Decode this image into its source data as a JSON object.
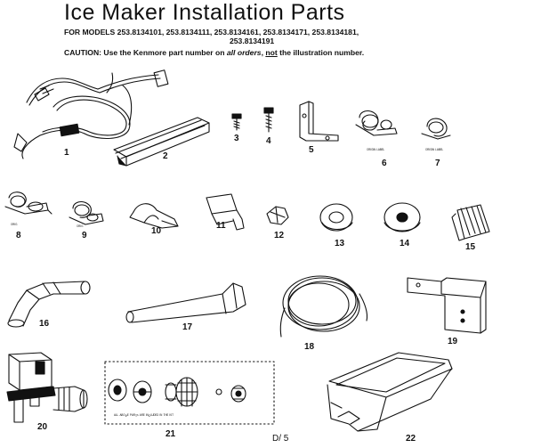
{
  "title": "Ice Maker Installation Parts",
  "models_line1": "FOR MODELS 253.8134101, 253.8134111, 253.8134161, 253.8134171, 253.8134181,",
  "models_line2": "253.8134191",
  "caution": {
    "prefix": "CAUTION:",
    "text1": " Use the Kenmore part number on ",
    "all_orders": "all orders",
    "text2": ", ",
    "not_word": "not",
    "text3": " the illustration number."
  },
  "part_labels": [
    "1",
    "2",
    "3",
    "4",
    "5",
    "6",
    "7",
    "8",
    "9",
    "10",
    "11",
    "12",
    "13",
    "14",
    "15",
    "16",
    "17",
    "18",
    "19",
    "20",
    "21",
    "22"
  ],
  "page_code": "D/ 5",
  "fine_print": {
    "part6": "ᴼᴿᴵᴳᴵᴺ ᴸᴬᴮᴱᴸ",
    "part7": "ᴼᴿᴵᴳᴵᴺ ᴸᴬᴮᴱᴸ",
    "part8": "ᴼᴿᴵᴳ",
    "part9": "ᴼᴿᴵᴳ",
    "part21": "ᴬᴸᴸ ᴬᴮᴼᴠᴱ ᴾᴬᴿᴛˢ ᴬᴿᴱ ᴵᴺᴄᴸᵁᴰᴱᴰ ᴵᴺ ᵀᴴᴱ ᴷᴵᵀ"
  }
}
